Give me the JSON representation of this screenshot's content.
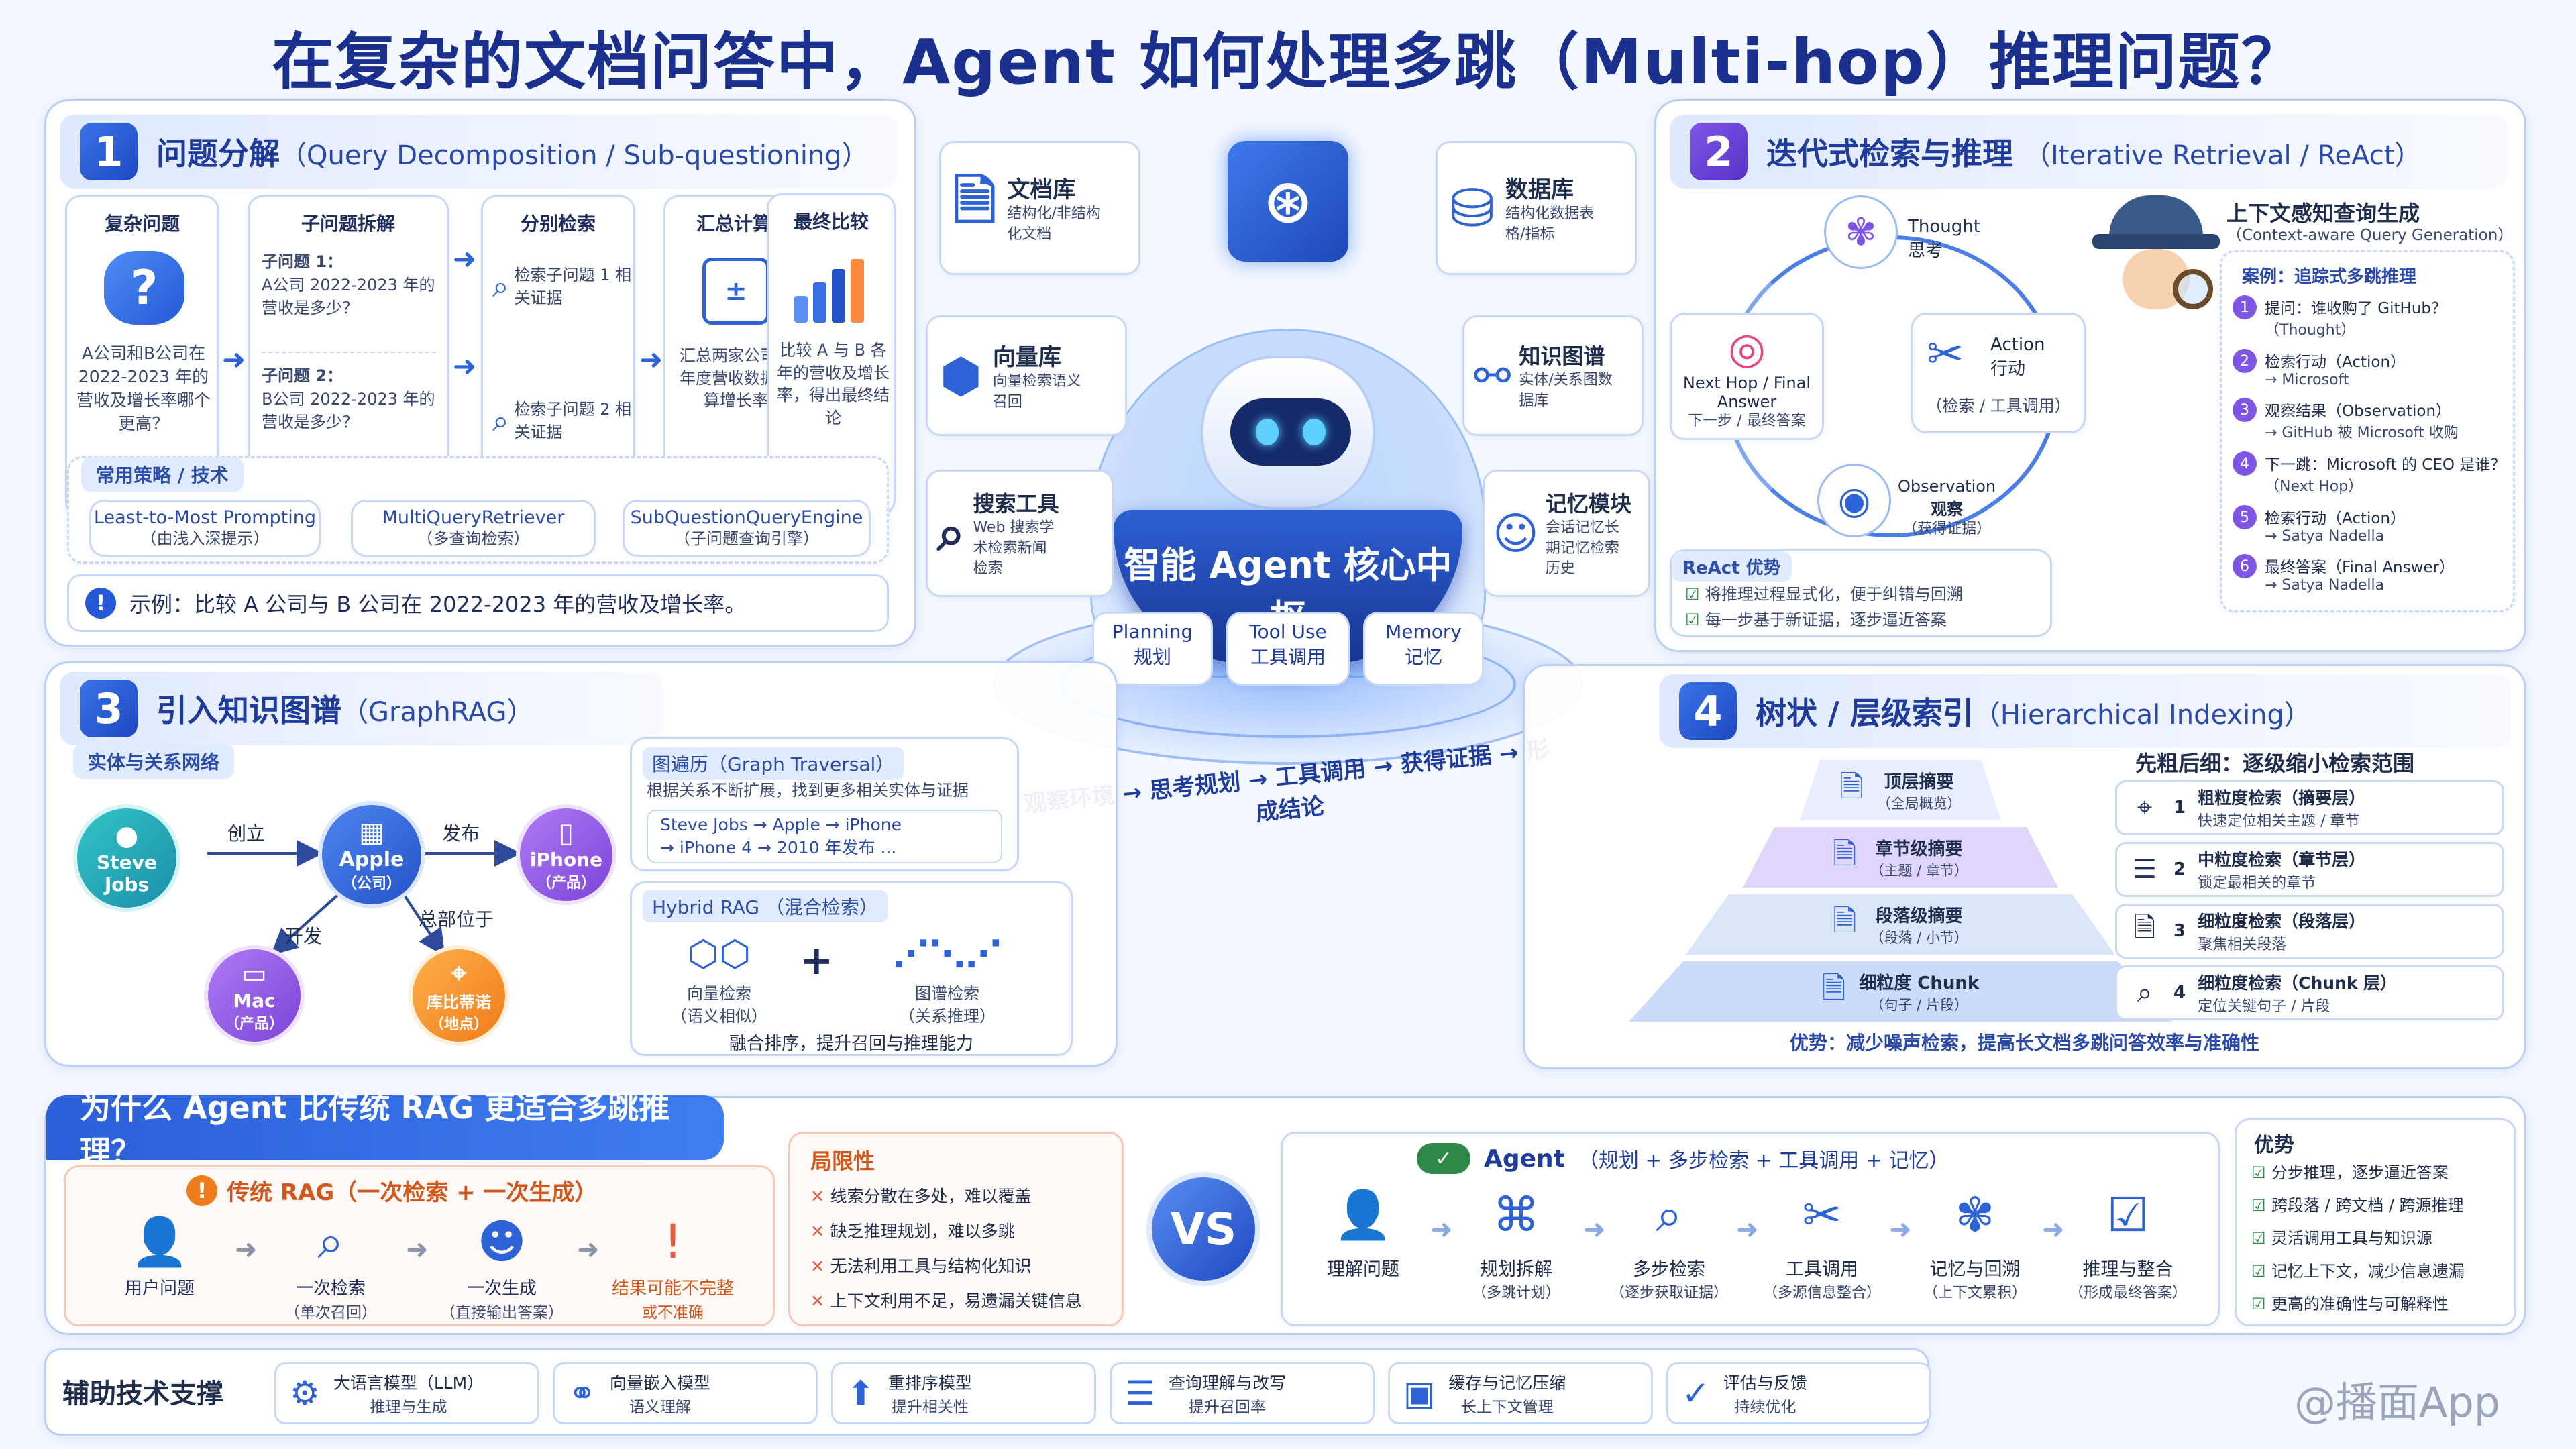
{
  "title": "在复杂的文档问答中，Agent 如何处理多跳（Multi-hop）推理问题？",
  "watermark": "@播面App",
  "p1": {
    "num": "1",
    "title": "问题分解",
    "sub": "（Query Decomposition / Sub-questioning）",
    "steps": [
      {
        "title": "复杂问题",
        "body": "A公司和B公司在 2022-2023 年的营收及增长率哪个更高？"
      },
      {
        "title": "子问题拆解",
        "q1": "子问题 1：",
        "q1b": "A公司 2022-2023 年的营收是多少？",
        "q2": "子问题 2：",
        "q2b": "B公司 2022-2023 年的营收是多少？"
      },
      {
        "title": "分别检索",
        "r1": "检索子问题 1 相关证据",
        "r2": "检索子问题 2 相关证据"
      },
      {
        "title": "汇总计算",
        "body": "汇总两家公司各年度营收数据计算增长率"
      },
      {
        "title": "最终比较",
        "body": "比较 A 与 B 各年的营收及增长率，得出最终结论"
      }
    ],
    "strategy_label": "常用策略 / 技术",
    "strategies": [
      {
        "name": "Least-to-Most Prompting",
        "desc": "（由浅入深提示）"
      },
      {
        "name": "MultiQueryRetriever",
        "desc": "（多查询检索）"
      },
      {
        "name": "SubQuestionQueryEngine",
        "desc": "（子问题查询引擎）"
      }
    ],
    "example": "示例：比较 A 公司与 B 公司在 2022-2023 年的营收及增长率。"
  },
  "center": {
    "modules": [
      {
        "name": "文档库",
        "desc": "结构化/非结构化文档"
      },
      {
        "name": "数据库",
        "desc": "结构化数据表格/指标"
      },
      {
        "name": "向量库",
        "desc": "向量检索语义召回"
      },
      {
        "name": "知识图谱",
        "desc": "实体/关系图数据库"
      },
      {
        "name": "搜索工具",
        "desc": "Web 搜索学术检索新闻检索"
      },
      {
        "name": "记忆模块",
        "desc": "会话记忆长期记忆检索历史"
      }
    ],
    "core": "智能 Agent 核心中枢",
    "caps": [
      {
        "en": "Planning",
        "cn": "规划"
      },
      {
        "en": "Tool Use",
        "cn": "工具调用"
      },
      {
        "en": "Memory",
        "cn": "记忆"
      }
    ],
    "flow": "观察环境 → 思考规划 → 工具调用 → 获得证据 → 形成结论"
  },
  "p2": {
    "num": "2",
    "title": "迭代式检索与推理",
    "sub": "（Iterative Retrieval / ReAct）",
    "thought": "Thought",
    "thought_cn": "思考",
    "action": "Action",
    "action_cn": "行动",
    "action_sub": "（检索 / 工具调用）",
    "obs": "Observation",
    "obs_cn": "观察",
    "obs_sub": "（获得证据）",
    "next": "Next Hop / Final Answer",
    "next_sub": "下一步 / 最终答案",
    "adv_label": "ReAct 优势",
    "adv": [
      "将推理过程显式化，便于纠错与回溯",
      "每一步基于新证据，逐步逼近答案"
    ],
    "ctx_title": "上下文感知查询生成",
    "ctx_sub": "（Context-aware Query Generation）",
    "case": "案例：追踪式多跳推理",
    "steps": [
      {
        "n": "1",
        "a": "提问：谁收购了 GitHub？",
        "b": "（Thought）"
      },
      {
        "n": "2",
        "a": "检索行动（Action）",
        "b": "→ Microsoft"
      },
      {
        "n": "3",
        "a": "观察结果（Observation）",
        "b": "→ GitHub 被 Microsoft 收购"
      },
      {
        "n": "4",
        "a": "下一跳：Microsoft 的 CEO 是谁？",
        "b": "（Next Hop）"
      },
      {
        "n": "5",
        "a": "检索行动（Action）",
        "b": "→ Satya Nadella"
      },
      {
        "n": "6",
        "a": "最终答案（Final Answer）",
        "b": "→ Satya Nadella"
      }
    ]
  },
  "p3": {
    "num": "3",
    "title": "引入知识图谱",
    "sub": "（GraphRAG）",
    "label": "实体与关系网络",
    "nodes": {
      "steve": "Steve Jobs",
      "apple": "Apple",
      "apple_t": "（公司）",
      "iphone": "iPhone",
      "iphone_t": "（产品）",
      "mac": "Mac",
      "mac_t": "（产品）",
      "cup": "库比蒂诺",
      "cup_t": "（地点）"
    },
    "edges": {
      "found": "创立",
      "release": "发布",
      "dev": "开发",
      "hq": "总部位于"
    },
    "trav_title": "图遍历",
    "trav_sub": "（Graph Traversal）",
    "trav_desc": "根据关系不断扩展，找到更多相关实体与证据",
    "trav_path1": "Steve Jobs → Apple → iPhone",
    "trav_path2": "→ iPhone 4 → 2010 年发布 ...",
    "hyb_title": "Hybrid RAG",
    "hyb_sub": "（混合检索）",
    "vec": "向量检索",
    "vec_sub": "（语义相似）",
    "graph": "图谱检索",
    "graph_sub": "（关系推理）",
    "hyb_desc": "融合排序，提升召回与推理能力"
  },
  "p4": {
    "num": "4",
    "title": "树状 / 层级索引",
    "sub": "（Hierarchical Indexing）",
    "levels": [
      {
        "a": "顶层摘要",
        "b": "（全局概览）"
      },
      {
        "a": "章节级摘要",
        "b": "（主题 / 章节）"
      },
      {
        "a": "段落级摘要",
        "b": "（段落 / 小节）"
      },
      {
        "a": "细粒度 Chunk",
        "b": "（句子 / 片段）"
      }
    ],
    "right_title": "先粗后细：逐级缩小检索范围",
    "right": [
      {
        "n": "1",
        "a": "粗粒度检索（摘要层）",
        "b": "快速定位相关主题 / 章节"
      },
      {
        "n": "2",
        "a": "中粒度检索（章节层）",
        "b": "锁定最相关的章节"
      },
      {
        "n": "3",
        "a": "细粒度检索（段落层）",
        "b": "聚焦相关段落"
      },
      {
        "n": "4",
        "a": "细粒度检索（Chunk 层）",
        "b": "定位关键句子 / 片段"
      }
    ],
    "adv": "优势：减少噪声检索，提高长文档多跳问答效率与准确性"
  },
  "p5": {
    "title": "为什么 Agent 比传统 RAG 更适合多跳推理？",
    "rag_title": "传统 RAG（一次检索 + 一次生成）",
    "rag_steps": [
      {
        "a": "用户问题",
        "b": ""
      },
      {
        "a": "一次检索",
        "b": "（单次召回）"
      },
      {
        "a": "一次生成",
        "b": "（直接输出答案）"
      },
      {
        "a": "结果可能不完整",
        "b": "或不准确"
      }
    ],
    "lim_title": "局限性",
    "lims": [
      "线索分散在多处，难以覆盖",
      "缺乏推理规划，难以多跳",
      "无法利用工具与结构化知识",
      "上下文利用不足，易遗漏关键信息"
    ],
    "vs": "VS",
    "agent_title": "Agent",
    "agent_sub": "（规划 + 多步检索 + 工具调用 + 记忆）",
    "agent_steps": [
      {
        "a": "理解问题",
        "b": ""
      },
      {
        "a": "规划拆解",
        "b": "（多跳计划）"
      },
      {
        "a": "多步检索",
        "b": "（逐步获取证据）"
      },
      {
        "a": "工具调用",
        "b": "（多源信息整合）"
      },
      {
        "a": "记忆与回溯",
        "b": "（上下文累积）"
      },
      {
        "a": "推理与整合",
        "b": "（形成最终答案）"
      }
    ],
    "adv_title": "优势",
    "advs": [
      "分步推理，逐步逼近答案",
      "跨段落 / 跨文档 / 跨源推理",
      "灵活调用工具与知识源",
      "记忆上下文，减少信息遗漏",
      "更高的准确性与可解释性"
    ]
  },
  "tech": {
    "label": "辅助技术支撑",
    "items": [
      {
        "a": "大语言模型（LLM）",
        "b": "推理与生成"
      },
      {
        "a": "向量嵌入模型",
        "b": "语义理解"
      },
      {
        "a": "重排序模型",
        "b": "提升相关性"
      },
      {
        "a": "查询理解与改写",
        "b": "提升召回率"
      },
      {
        "a": "缓存与记忆压缩",
        "b": "长上下文管理"
      },
      {
        "a": "评估与反馈",
        "b": "持续优化"
      }
    ]
  }
}
